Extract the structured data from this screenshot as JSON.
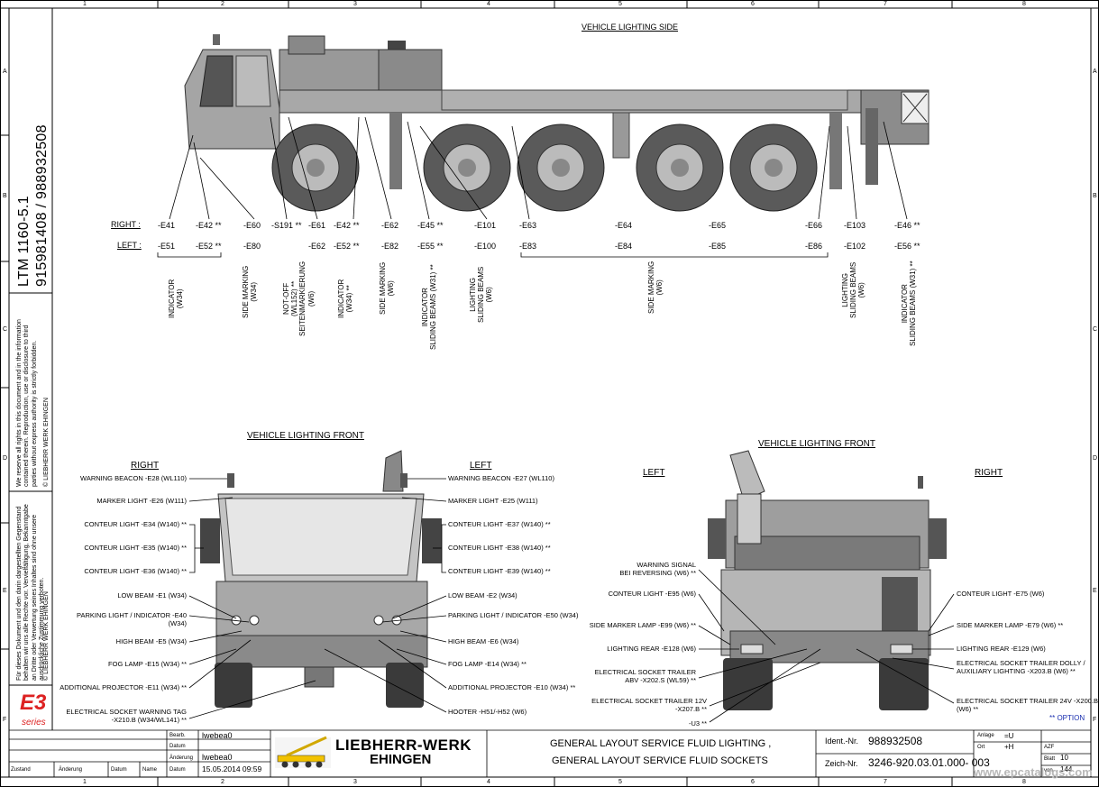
{
  "border": {
    "columns": [
      "1",
      "2",
      "3",
      "4",
      "5",
      "6",
      "7",
      "8"
    ],
    "rows": [
      "A",
      "B",
      "C",
      "D",
      "E",
      "F"
    ]
  },
  "sidebar": {
    "model": "LTM 1160-5.1",
    "numbers": "915981408  /  988932508",
    "copyright_en": "We reserve all rights in this document and in the information contained therein. Reproduction, use or disclosure to third parties without express authority is strictly forbidden.",
    "copyright_en_owner": "© LIEBHERR WERK EHINGEN",
    "copyright_de": "Für dieses Dokument und den darin dargestellten Gegenstand behalten wir uns alle Rechte vor. Vervielfältigung, Bekanntgabe an Dritte oder Verwertung seines Inhaltes sind ohne unsere ausdrückliche Zustimmung verboten.",
    "copyright_de_owner": "© LIEBHERR WERK EHINGEN",
    "logo_text": "E3",
    "logo_sub": "series"
  },
  "side_view": {
    "title": "VEHICLE LIGHTING SIDE",
    "right_label": "RIGHT :",
    "left_label": "LEFT :",
    "right_codes": [
      "-E41",
      "-E42 **",
      "-E60",
      "-S191 **",
      "-E61",
      "-E42 **",
      "-E62",
      "-E45 **",
      "-E101",
      "-E63",
      "-E64",
      "-E65",
      "-E66",
      "-E103",
      "-E46 **"
    ],
    "left_codes": [
      "-E51",
      "-E52 **",
      "-E80",
      "-E62",
      "-E52 **",
      "-E82",
      "-E55 **",
      "-E100",
      "-E83",
      "-E84",
      "-E85",
      "-E86",
      "-E102",
      "-E56 **"
    ],
    "vertical_labels": [
      {
        "text": "INDICATOR\n(W34)"
      },
      {
        "text": "SIDE MARKING\n(W34)"
      },
      {
        "text": "NOT-OFF\n(WL152) **\nSEITENMARKIERUNG\n(W6)"
      },
      {
        "text": "INDICATOR\n(W34) **"
      },
      {
        "text": "SIDE MARKING\n(W6)"
      },
      {
        "text": "INDICATOR\nSLIDING BEAMS (W31) **"
      },
      {
        "text": "LIGHTING\nSLIDING BEAMS\n(W6)"
      },
      {
        "text": "SIDE MARKING\n(W6)"
      },
      {
        "text": "LIGHTING\nSLIDING BEAMS\n(W6)"
      },
      {
        "text": "INDICATOR\nSLIDING BEAMS (W31) **"
      }
    ]
  },
  "front_view": {
    "title": "VEHICLE LIGHTING FRONT",
    "right_heading": "RIGHT",
    "left_heading": "LEFT",
    "left_side_labels": [
      "WARNING BEACON -E28 (WL110)",
      "MARKER LIGHT -E26 (W111)",
      "CONTEUR LIGHT -E34 (W140) **",
      "CONTEUR LIGHT -E35 (W140) **",
      "CONTEUR LIGHT -E36 (W140) **",
      "LOW BEAM -E1 (W34)",
      "PARKING LIGHT / INDICATOR -E40\n(W34)",
      "HIGH BEAM -E5 (W34)",
      "FOG LAMP -E15 (W34) **",
      "ADDITIONAL PROJECTOR -E11 (W34) **",
      "ELECTRICAL SOCKET WARNING TAG\n-X210.B (W34/WL141) **"
    ],
    "right_side_labels": [
      "WARNING BEACON -E27 (WL110)",
      "MARKER LIGHT -E25 (W111)",
      "CONTEUR LIGHT -E37 (W140) **",
      "CONTEUR LIGHT -E38 (W140) **",
      "CONTEUR LIGHT -E39 (W140) **",
      "LOW BEAM -E2 (W34)",
      "PARKING LIGHT / INDICATOR -E50 (W34)",
      "HIGH BEAM -E6 (W34)",
      "FOG LAMP -E14 (W34) **",
      "ADDITIONAL PROJECTOR -E10 (W34) **",
      "HOOTER -H51/-H52 (W6)"
    ]
  },
  "rear_view": {
    "title": "VEHICLE LIGHTING FRONT",
    "left_heading": "LEFT",
    "right_heading": "RIGHT",
    "left_side_labels": [
      "WARNING SIGNAL\nBEI REVERSING (W6) **",
      "CONTEUR LIGHT -E95 (W6)",
      "SIDE MARKER LAMP -E99 (W6) **",
      "LIGHTING REAR -E128 (W6)",
      "ELECTRICAL SOCKET TRAILER\nABV -X202.S (WL59) **",
      "ELECTRICAL SOCKET TRAILER 12V\n-X207.B **",
      "-U3 **"
    ],
    "right_side_labels": [
      "CONTEUR LIGHT -E75 (W6)",
      "SIDE MARKER LAMP -E79 (W6) **",
      "LIGHTING REAR -E129 (W6)",
      "ELECTRICAL SOCKET TRAILER DOLLY /\nAUXILIARY LIGHTING -X203.B (W6) **",
      "ELECTRICAL SOCKET TRAILER 24V -X200.B\n(W6) **"
    ],
    "option_note": "** OPTION"
  },
  "title_block": {
    "rev_headers": [
      "Zustand",
      "Änderung",
      "Datum",
      "Name"
    ],
    "bearb_label": "Bearb.",
    "datum_label": "Datum",
    "aenderung_label": "Änderung",
    "datum2_label": "Datum",
    "bearb_value": "lwebea0",
    "aenderung_value": "lwebea0",
    "date_value": "15.05.2014  09:59",
    "company_line1": "LIEBHERR-WERK",
    "company_line2": "EHINGEN",
    "drawing_title_1": "GENERAL LAYOUT SERVICE FLUID LIGHTING ,",
    "drawing_title_2": "GENERAL LAYOUT SERVICE FLUID SOCKETS",
    "ident_label": "Ident.-Nr.",
    "ident_value": "988932508",
    "zeich_label": "Zeich-Nr.",
    "zeich_value": "3246-920.03.01.000- 003",
    "anlage_label": "Anlage",
    "anlage_value": "=U",
    "ort_label": "Ort",
    "ort_value": "+H",
    "azf_label": "AZF",
    "blatt_label": "Blatt",
    "blatt_value": "10",
    "von_label": "von",
    "von_value": "144"
  },
  "watermark": "www.epcatalogs.com",
  "colors": {
    "line": "#000000",
    "vehicle_body": "#9a9a9a",
    "vehicle_dark": "#4a4a4a",
    "watermark": "#b8b8b8",
    "crane_yellow": "#f2c200"
  }
}
